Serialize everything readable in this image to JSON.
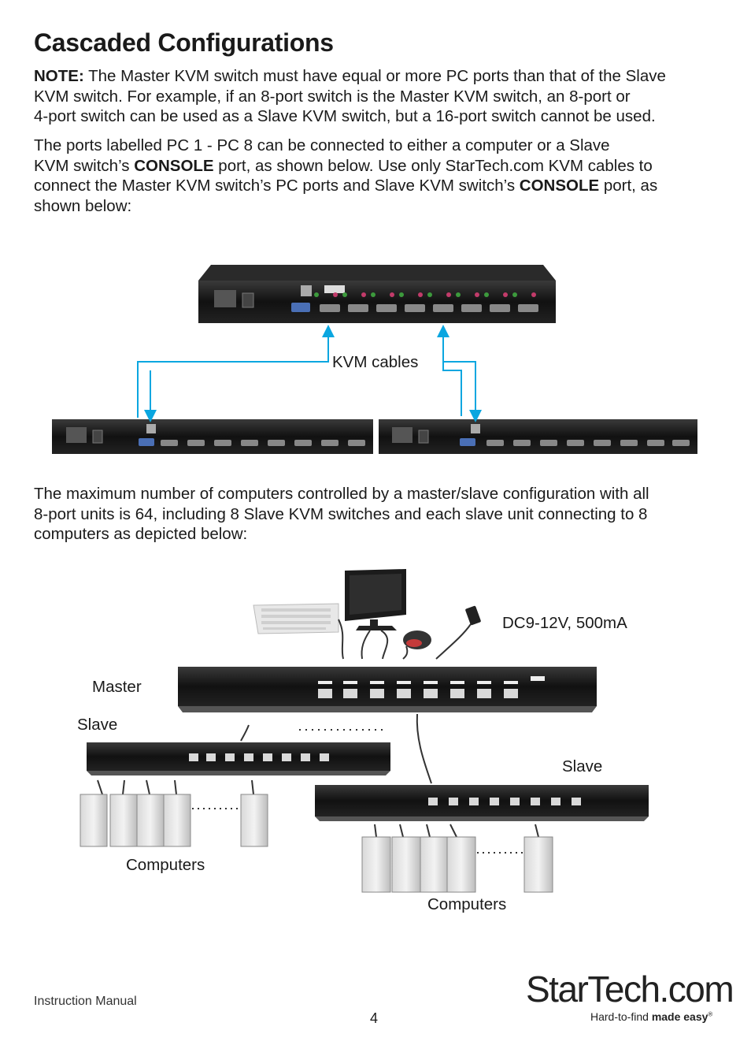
{
  "page": {
    "title": "Cascaded Configurations",
    "note_label": "NOTE:",
    "note_line1": " The Master KVM switch must have equal or more PC ports than that of the Slave",
    "note_line2": "KVM switch. For example, if an 8-port switch is the Master KVM switch, an 8-port or",
    "note_line3": "4-port switch can be used as a Slave KVM switch, but a 16-port switch cannot be used.",
    "p2_line1": "The ports labelled PC 1 - PC 8 can be connected to either a computer or a Slave",
    "p2_line2a": "KVM switch’s ",
    "p2_console1": "CONSOLE",
    "p2_line2b": " port, as shown below. Use only StarTech.com KVM cables to",
    "p2_line3a": "connect the Master KVM switch’s PC ports and Slave KVM switch’s ",
    "p2_console2": "CONSOLE",
    "p2_line3b": " port, as",
    "p2_line4": "shown below:",
    "p3_line1": "The maximum number of computers controlled by a master/slave configuration with all",
    "p3_line2": "8-port units is 64, including 8 Slave KVM switches and each slave unit connecting to 8",
    "p3_line3": "computers as depicted below:"
  },
  "diagram1": {
    "kvm_cables_label": "KVM cables",
    "arrow_color": "#0aa6e0"
  },
  "diagram2": {
    "power_label": "DC9-12V, 500mA",
    "master_label": "Master",
    "slave_left_label": "Slave",
    "slave_right_label": "Slave",
    "computers_left_label": "Computers",
    "computers_right_label": "Computers"
  },
  "footer": {
    "manual_label": "Instruction Manual",
    "page_number": "4",
    "logo_text": "StarTech.com",
    "tagline_light": "Hard-to-find ",
    "tagline_bold": "made easy",
    "tagline_mark": "®"
  }
}
